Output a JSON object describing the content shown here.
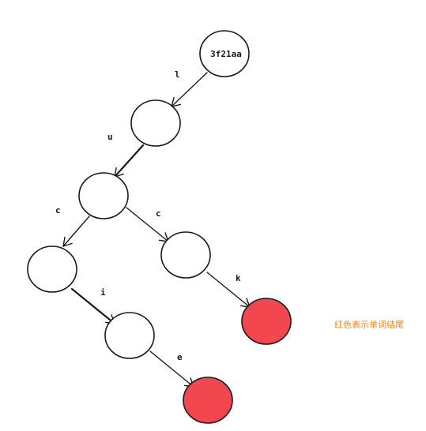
{
  "root": {
    "label": "3f21aa"
  },
  "edges": {
    "root_to_n1": "l",
    "n1_to_n2": "u",
    "n2_to_n3": "c",
    "n2_to_n4": "c",
    "n3_to_n5": "i",
    "n4_to_end1": "k",
    "n5_to_end2": "e"
  },
  "legend": {
    "text": "红色表示单词结尾"
  },
  "colors": {
    "node_fill": "#ffffff",
    "word_end_fill": "#f2474f",
    "legend_text": "#f08a24",
    "stroke": "#1a1a1a"
  }
}
